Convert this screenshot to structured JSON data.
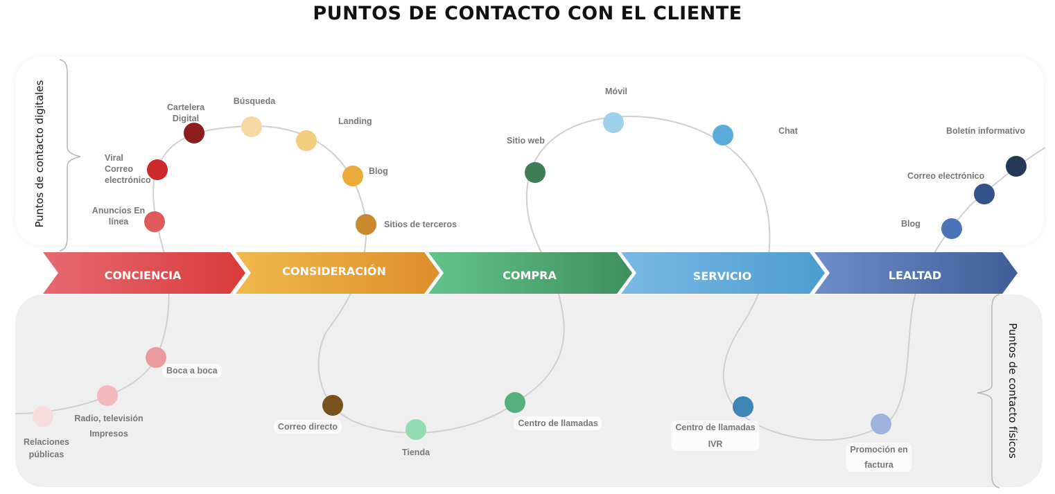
{
  "title": "PUNTOS DE CONTACTO CON EL CLIENTE",
  "side_labels": {
    "digital": "Puntos de contacto digitales",
    "physical": "Puntos de contacto físicos"
  },
  "stages": [
    {
      "label": "CONCIENCIA",
      "color_start": "#e66a72",
      "color_end": "#d83a3a"
    },
    {
      "label": "CONSIDERACIÓN",
      "color_start": "#f0b84c",
      "color_end": "#de8e2c"
    },
    {
      "label": "COMPRA",
      "color_start": "#62c48a",
      "color_end": "#3e8f5e"
    },
    {
      "label": "SERVICIO",
      "color_start": "#7ab8e4",
      "color_end": "#4c9ed0"
    },
    {
      "label": "LEALTAD",
      "color_start": "#6e8cc8",
      "color_end": "#3f5e98"
    }
  ],
  "digital_touchpoints": {
    "cartelera": {
      "label_1": "Cartelera",
      "label_2": "Digital",
      "color": "#8c1d1d"
    },
    "busqueda": {
      "label": "Búsqueda",
      "color": "#f6d8a2"
    },
    "landing": {
      "label": "Landing",
      "color": "#f1cd7d"
    },
    "blog_c": {
      "label": "Blog",
      "color": "#ebab3b"
    },
    "terceros": {
      "label": "Sitios de terceros",
      "color": "#c88a2c"
    },
    "viral": {
      "label_1": "Viral",
      "label_2": "Correo",
      "label_3": "electrónico",
      "color": "#cc2a2a"
    },
    "anuncios": {
      "label_1": "Anuncios En",
      "label_2": "línea",
      "color": "#de5a5a"
    },
    "sitio_web": {
      "label": "Sitio web",
      "color": "#3c7d56"
    },
    "movil": {
      "label": "Móvil",
      "color": "#9dd1ec"
    },
    "chat": {
      "label": "Chat",
      "color": "#5aabd8"
    },
    "boletin": {
      "label": "Boletín informativo",
      "color": "#243858"
    },
    "correo_l": {
      "label": "Correo electrónico",
      "color": "#34528a"
    },
    "blog_l": {
      "label": "Blog",
      "color": "#4a73b8"
    }
  },
  "physical_touchpoints": {
    "boca": {
      "label": "Boca a boca",
      "color": "#ea9a9e"
    },
    "radio": {
      "label_1": "Radio, televisión",
      "label_2": "Impresos",
      "color": "#f2b8bb"
    },
    "relaciones": {
      "label_1": "Relaciones",
      "label_2": "públicas",
      "color": "#f7dcdd"
    },
    "correo_directo": {
      "label": "Correo directo",
      "color": "#76521c"
    },
    "tienda": {
      "label": "Tienda",
      "color": "#92dcb4"
    },
    "centro_compra": {
      "label": "Centro de llamadas",
      "color": "#55b07e"
    },
    "centro_ivr": {
      "label_1": "Centro de llamadas",
      "label_2": "IVR",
      "color": "#3e85b6"
    },
    "promocion": {
      "label_1": "Promoción en",
      "label_2": "factura",
      "color": "#9db2dc"
    }
  }
}
